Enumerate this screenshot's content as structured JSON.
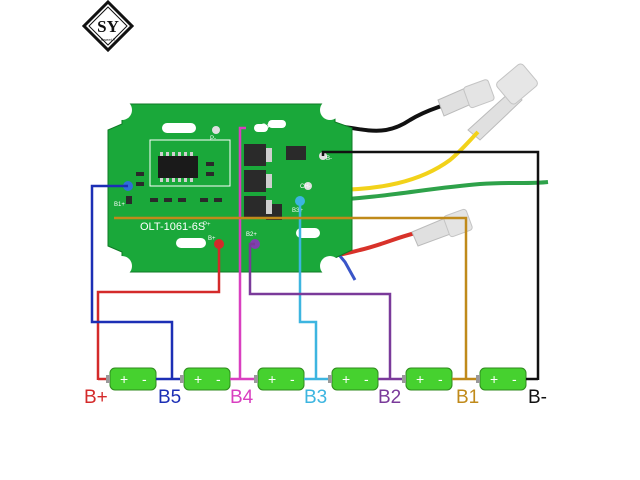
{
  "logo": {
    "text": "SY",
    "subtext": "Sweet Y"
  },
  "board": {
    "model": "OLT-1061-6S",
    "pads": {
      "p_minus": "P-",
      "b4_plus": "B4+",
      "b_minus": "B-",
      "ch_minus": "CH-",
      "b3_plus": "B3+",
      "b1_plus": "B1+",
      "p_plus": "P+",
      "b5_plus": "B+",
      "b2_plus": "B2+"
    }
  },
  "taps": [
    {
      "label": "B+",
      "color": "#d42a2a"
    },
    {
      "label": "B5",
      "color": "#1c2fb5"
    },
    {
      "label": "B4",
      "color": "#d93fc0"
    },
    {
      "label": "B3",
      "color": "#3db5e0"
    },
    {
      "label": "B2",
      "color": "#7a3a9a"
    },
    {
      "label": "B1",
      "color": "#c08a1a"
    },
    {
      "label": "B-",
      "color": "#111111"
    }
  ],
  "cells": [
    {
      "plus": "+",
      "minus": "-"
    },
    {
      "plus": "+",
      "minus": "-"
    },
    {
      "plus": "+",
      "minus": "-"
    },
    {
      "plus": "+",
      "minus": "-"
    },
    {
      "plus": "+",
      "minus": "-"
    },
    {
      "plus": "+",
      "minus": "-"
    }
  ],
  "wire_colors": {
    "board": "#1aa83a",
    "cell": "#46d12f",
    "white_wire": "#e8e8e8",
    "yellow_wire": "#f2d21a",
    "green_wire": "#2ea24a",
    "red_wire": "#d8322a",
    "black_wire": "#111111"
  }
}
